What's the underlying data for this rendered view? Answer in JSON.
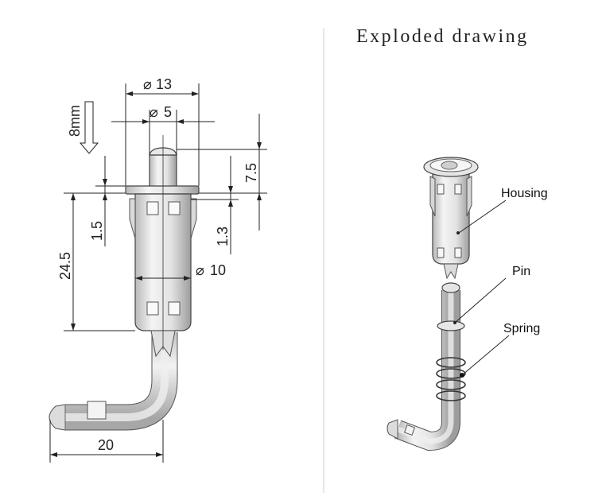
{
  "title": "Exploded drawing",
  "dimensions": {
    "dia_13": "13",
    "dia_5": "5",
    "dia_10": "10",
    "stroke_8mm": "8mm",
    "d_7_5": "7.5",
    "d_1_5": "1.5",
    "d_1_3": "1.3",
    "d_24_5": "24.5",
    "d_20": "20"
  },
  "callouts": {
    "housing": "Housing",
    "pin": "Pin",
    "spring": "Spring"
  },
  "colors": {
    "part_light": "#f2f2f2",
    "part_mid": "#d4d4d4",
    "part_dark": "#a8a8a8",
    "line": "#222222",
    "divider": "#cfcfcf"
  }
}
